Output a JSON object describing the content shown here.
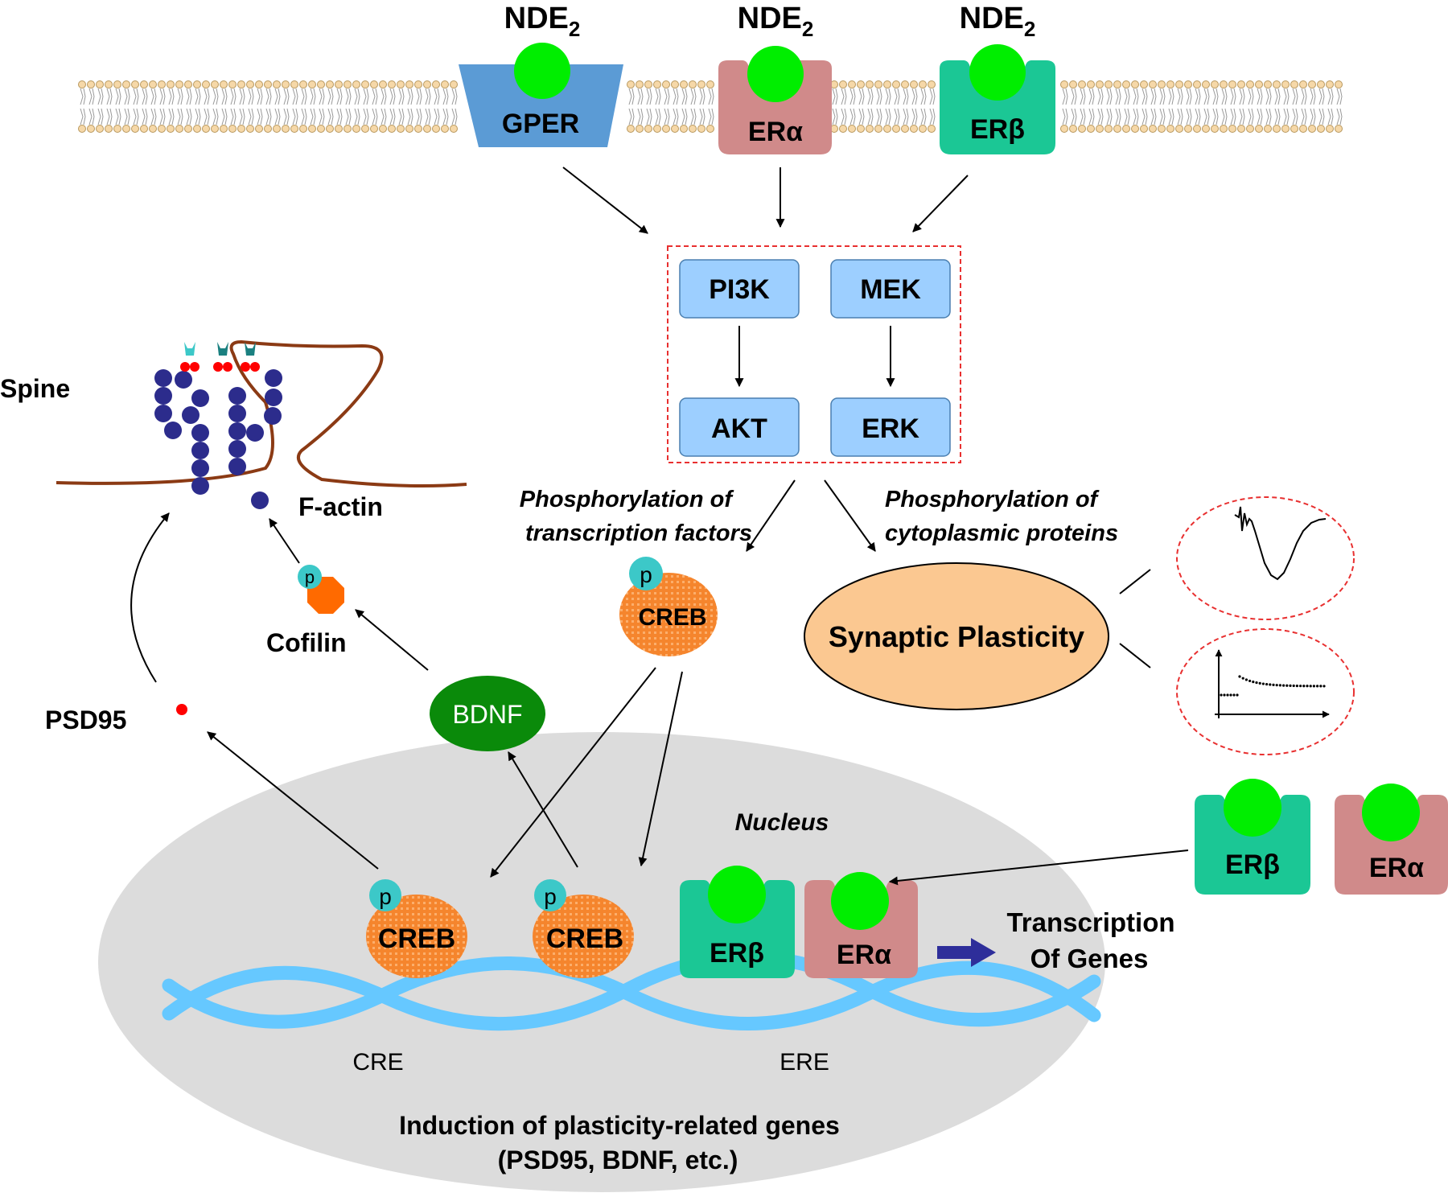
{
  "ligand": {
    "main": "NDE",
    "sub": "2"
  },
  "receptors": {
    "gper": "GPER",
    "er_alpha": "ERα",
    "er_beta": "ERβ"
  },
  "kinases": {
    "pi3k": "PI3K",
    "mek": "MEK",
    "akt": "AKT",
    "erk": "ERK"
  },
  "labels": {
    "phospho_tf_line1": "Phosphorylation of",
    "phospho_tf_line2": "transcription factors",
    "phospho_cp_line1": "Phosphorylation of",
    "phospho_cp_line2": "cytoplasmic proteins",
    "synaptic_plasticity": "Synaptic Plasticity",
    "creb": "CREB",
    "p": "p",
    "spine": "Spine",
    "f_actin": "F-actin",
    "cofilin": "Cofilin",
    "psd95": "PSD95",
    "bdnf": "BDNF",
    "nucleus": "Nucleus",
    "transcription_line1": "Transcription",
    "transcription_line2": "Of Genes",
    "cre": "CRE",
    "ere": "ERE",
    "induction_line1": "Induction of plasticity-related genes",
    "induction_line2": "(PSD95, BDNF, etc.)"
  },
  "colors": {
    "gper": "#5b9bd5",
    "er_alpha": "#d08a8a",
    "er_beta": "#1bc795",
    "ligand": "#00ee00",
    "kinase_box": "#9dcfff",
    "creb": "#f58231",
    "phospho": "#3cc8c8",
    "bdnf": "#0a8a0a",
    "synaptic": "#fbc891",
    "nucleus": "#dcdcdc",
    "dna": "#66c8ff",
    "actin": "#2c2c8c",
    "spine_membrane": "#8b3a14",
    "dashed_red": "#e83030",
    "transcription_arrow": "#2e2e9a"
  }
}
